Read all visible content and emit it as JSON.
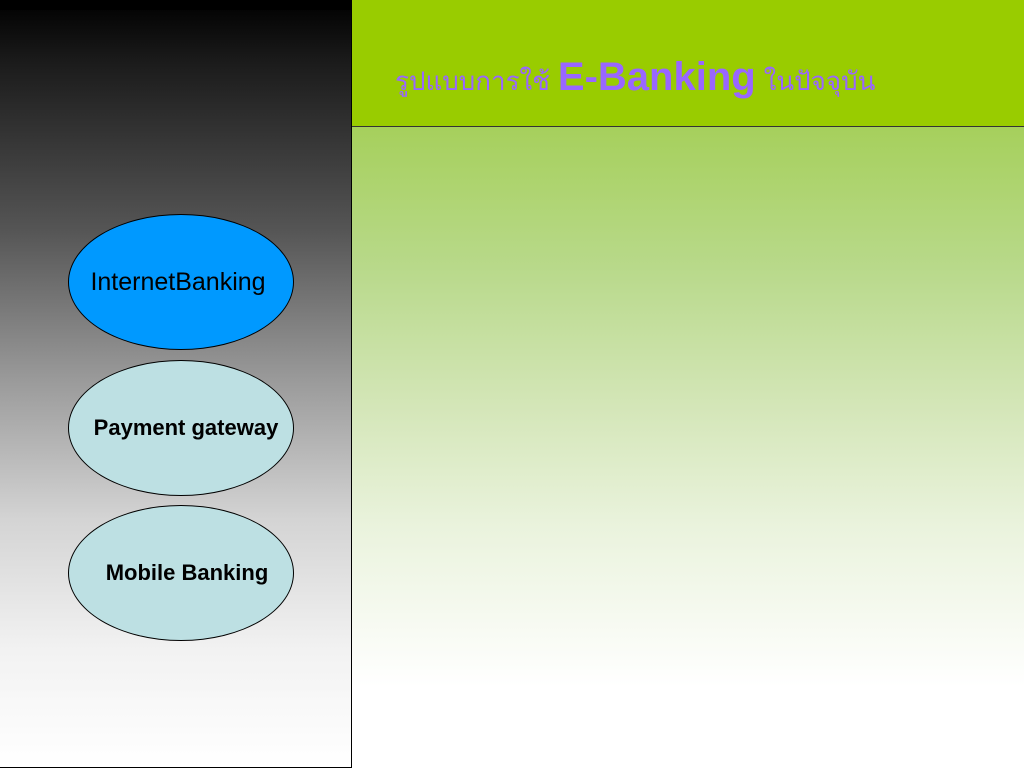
{
  "slide": {
    "title_prefix": "รูปแบบการใช้",
    "title_main": "E-Banking",
    "title_suffix": "ในปัจจุบัน"
  },
  "items": [
    {
      "label": "InternetBanking",
      "color": "#0099ff"
    },
    {
      "label": "Payment gateway",
      "color": "#bde0e3"
    },
    {
      "label": "Mobile Banking",
      "color": "#bde0e3"
    }
  ],
  "colors": {
    "title_text": "#9966ff",
    "header_band": "#99cc00",
    "content_gradient_top": "#a6d05c",
    "left_panel_top": "#000000",
    "left_panel_bottom": "#ffffff"
  }
}
